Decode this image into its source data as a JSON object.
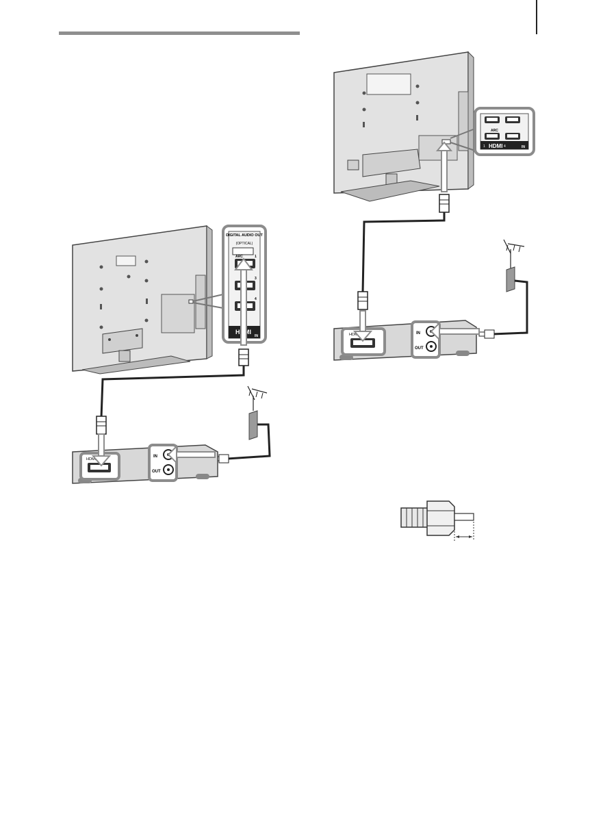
{
  "colors": {
    "tv_body": "#dcdcdc",
    "tv_edge": "#555555",
    "highlight_frame": "#8c8c8c",
    "cable": "#222222",
    "box_body": "#cfcfcf",
    "wall_plate": "#9a9a9a"
  },
  "figure_left": {
    "port_panel": {
      "digital_audio_out": "DIGITAL AUDIO OUT",
      "optical": "(OPTICAL)",
      "arc": "ARC",
      "hdmi_logo": "HDMI",
      "hdmi_in": "IN",
      "port_numbers": [
        "1",
        "3",
        "4"
      ]
    },
    "box": {
      "in_label": "IN",
      "out_label": "OUT",
      "hdmi_out_label": "HDMI OUT"
    },
    "icons": [
      "antenna-icon",
      "wall-outlet-icon",
      "hdmi-plug-icon",
      "coax-plug-icon"
    ]
  },
  "figure_right": {
    "port_panel": {
      "arc": "ARC",
      "hdmi_logo": "HDMI",
      "hdmi_in": "IN",
      "port_numbers": [
        "1",
        "4"
      ]
    },
    "box": {
      "in_label": "IN",
      "out_label": "OUT",
      "hdmi_out_label": "HDMI OUT"
    },
    "icons": [
      "antenna-icon",
      "wall-outlet-icon",
      "hdmi-plug-icon",
      "coax-plug-icon"
    ]
  },
  "figure_connector": {
    "icons": [
      "f-type-connector-icon"
    ]
  }
}
